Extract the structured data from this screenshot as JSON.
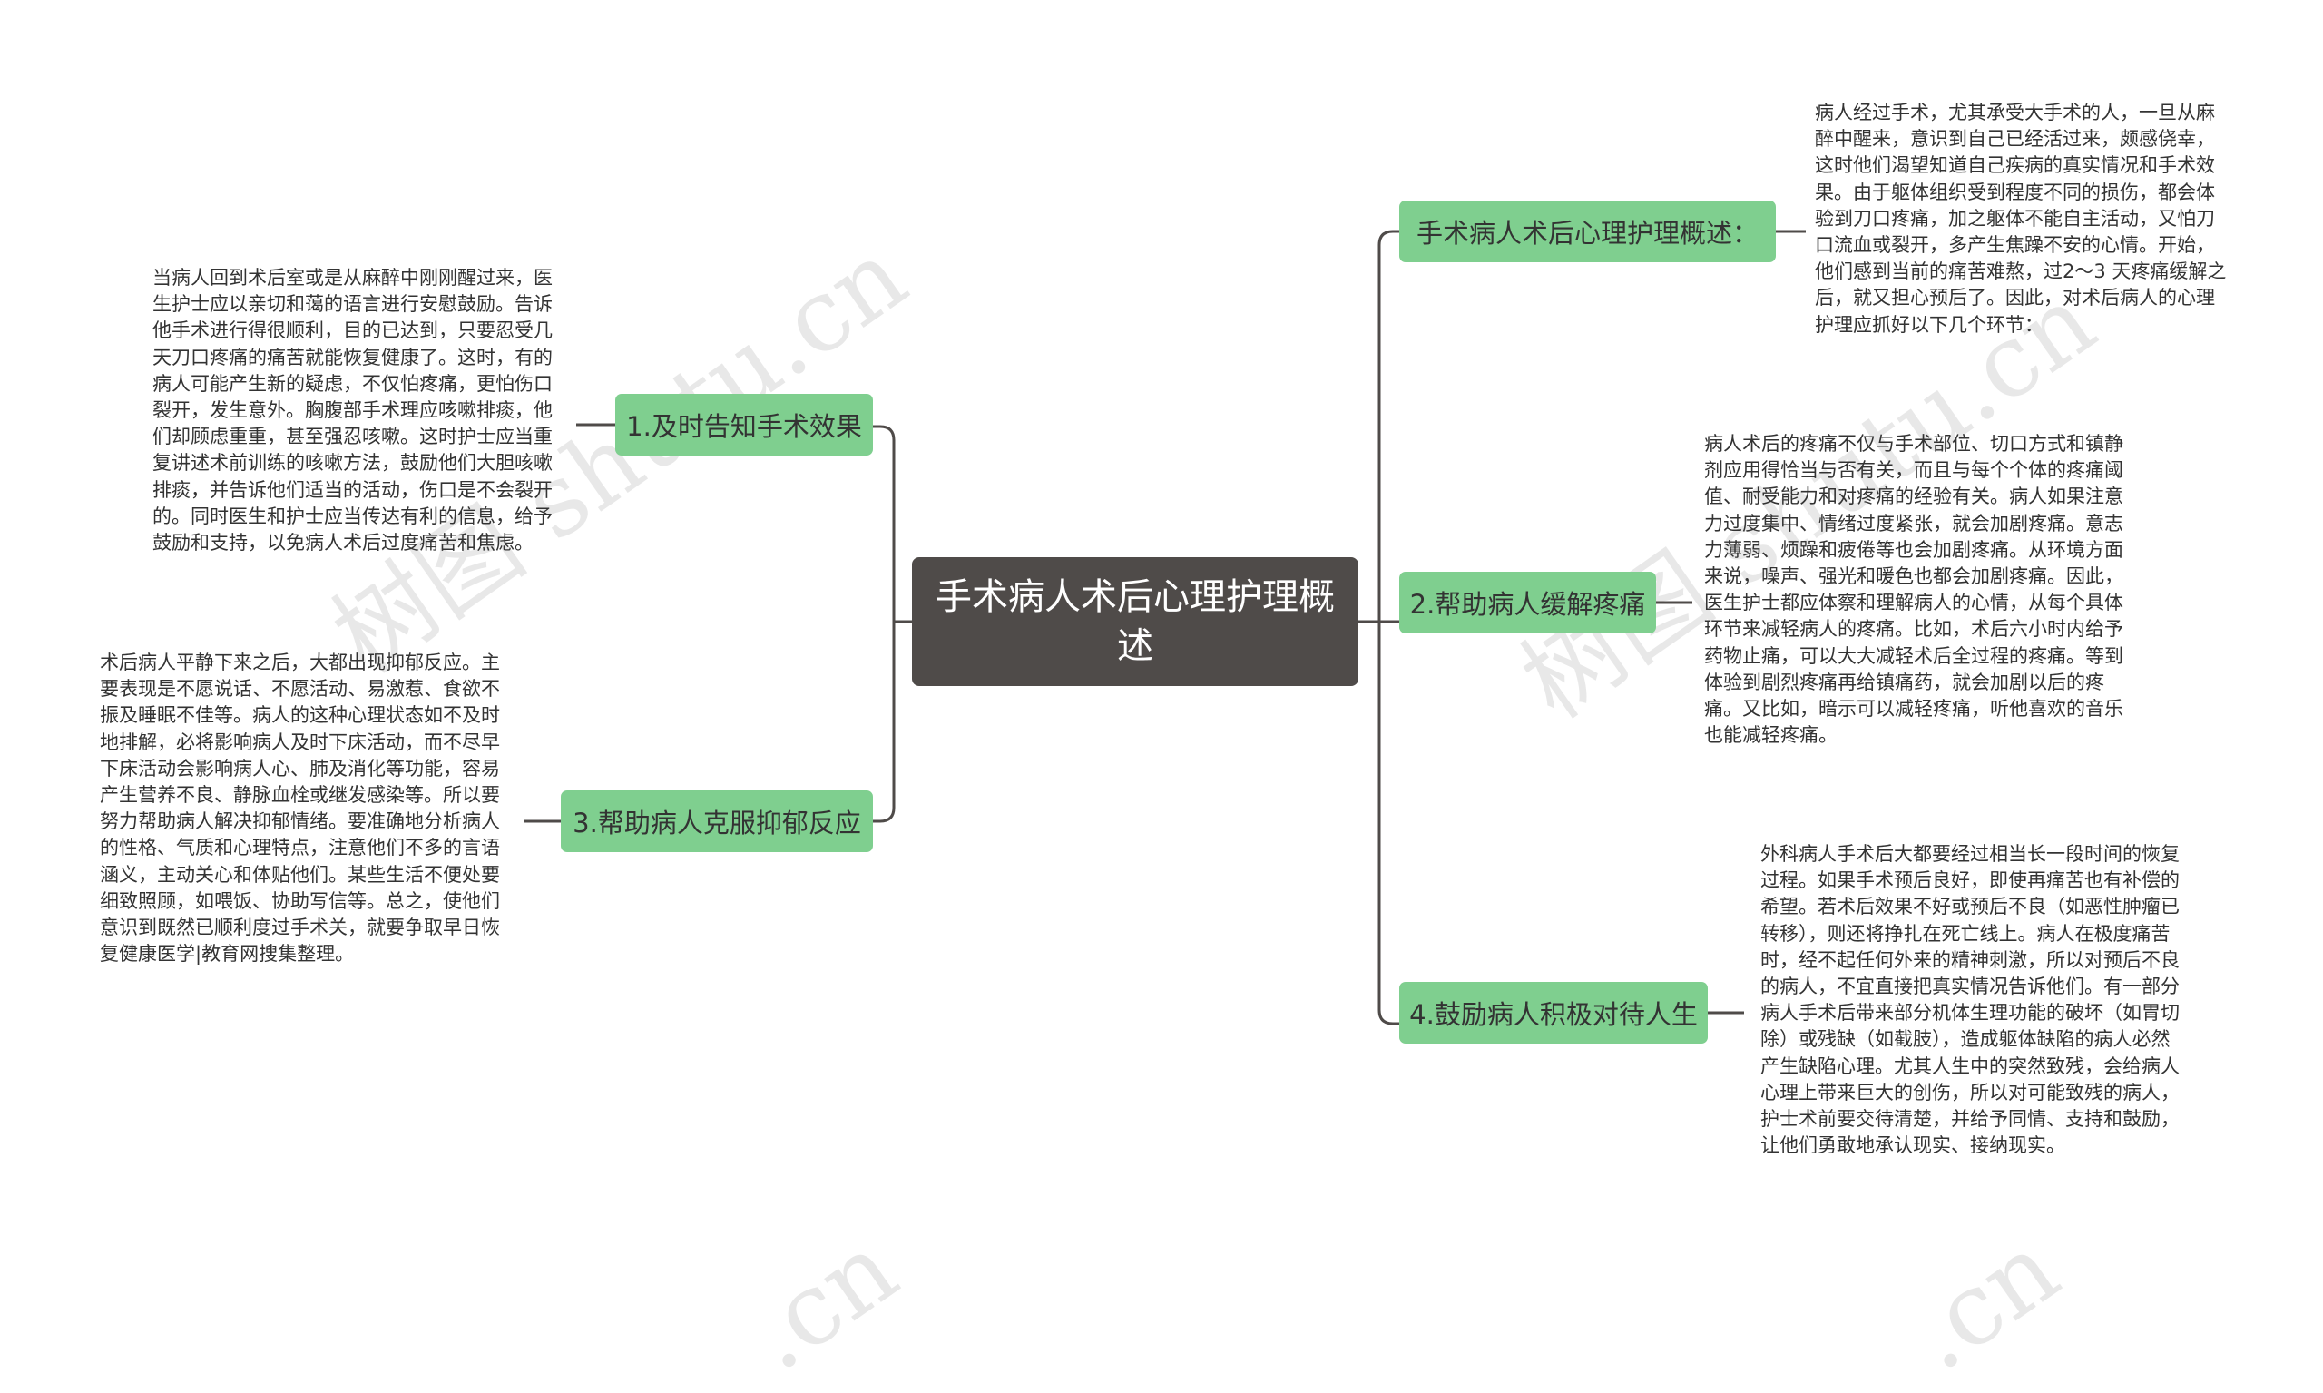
{
  "root": {
    "title": "手术病人术后心理护理概述"
  },
  "branches": [
    {
      "label": "手术病人术后心理护理概述：",
      "text": "病人经过手术，尤其承受大手术的人，一旦从麻醉中醒来，意识到自己已经活过来，颇感侥幸，这时他们渴望知道自己疾病的真实情况和手术效果。由于躯体组织受到程度不同的损伤，都会体验到刀口疼痛，加之躯体不能自主活动，又怕刀口流血或裂开，多产生焦躁不安的心情。开始，他们感到当前的痛苦难熬，过2～3 天疼痛缓解之后，就又担心预后了。因此，对术后病人的心理护理应抓好以下几个环节："
    },
    {
      "label": "2.帮助病人缓解疼痛",
      "text": "病人术后的疼痛不仅与手术部位、切口方式和镇静剂应用得恰当与否有关，而且与每个个体的疼痛阈值、耐受能力和对疼痛的经验有关。病人如果注意力过度集中、情绪过度紧张，就会加剧疼痛。意志力薄弱、烦躁和疲倦等也会加剧疼痛。从环境方面来说，噪声、强光和暖色也都会加剧疼痛。因此，医生护士都应体察和理解病人的心情，从每个具体环节来减轻病人的疼痛。比如，术后六小时内给予药物止痛，可以大大减轻术后全过程的疼痛。等到体验到剧烈疼痛再给镇痛药，就会加剧以后的疼痛。又比如，暗示可以减轻疼痛，听他喜欢的音乐也能减轻疼痛。"
    },
    {
      "label": "4.鼓励病人积极对待人生",
      "text": "外科病人手术后大都要经过相当长一段时间的恢复过程。如果手术预后良好，即使再痛苦也有补偿的希望。若术后效果不好或预后不良（如恶性肿瘤已转移），则还将挣扎在死亡线上。病人在极度痛苦时，经不起任何外来的精神刺激，所以对预后不良的病人，不宜直接把真实情况告诉他们。有一部分病人手术后带来部分机体生理功能的破坏（如胃切除）或残缺（如截肢），造成躯体缺陷的病人必然产生缺陷心理。尤其人生中的突然致残，会给病人心理上带来巨大的创伤，所以对可能致残的病人，护士术前要交待清楚，并给予同情、支持和鼓励，让他们勇敢地承认现实、接纳现实。"
    },
    {
      "label": "1.及时告知手术效果",
      "text": "当病人回到术后室或是从麻醉中刚刚醒过来，医生护士应以亲切和蔼的语言进行安慰鼓励。告诉他手术进行得很顺利，目的已达到，只要忍受几天刀口疼痛的痛苦就能恢复健康了。这时，有的病人可能产生新的疑虑，不仅怕疼痛，更怕伤口裂开，发生意外。胸腹部手术理应咳嗽排痰，他们却顾虑重重，甚至强忍咳嗽。这时护士应当重复讲述术前训练的咳嗽方法，鼓励他们大胆咳嗽排痰，并告诉他们适当的活动，伤口是不会裂开的。同时医生和护士应当传达有利的信息，给予鼓励和支持，以免病人术后过度痛苦和焦虑。"
    },
    {
      "label": "3.帮助病人克服抑郁反应",
      "text": "术后病人平静下来之后，大都出现抑郁反应。主要表现是不愿说话、不愿活动、易激惹、食欲不振及睡眠不佳等。病人的这种心理状态如不及时地排解，必将影响病人及时下床活动，而不尽早下床活动会影响病人心、肺及消化等功能，容易产生营养不良、静脉血栓或继发感染等。所以要努力帮助病人解决抑郁情绪。要准确地分析病人的性格、气质和心理特点，注意他们不多的言语涵义，主动关心和体贴他们。某些生活不便处要细致照顾，如喂饭、协助写信等。总之，使他们意识到既然已顺利度过手术关，就要争取早日恢复健康医学|教育网搜集整理。"
    }
  ],
  "watermarks": [
    "树图 shutu.cn",
    "树图 shutu.cn",
    ".cn",
    ".cn"
  ],
  "colors": {
    "root_bg": "#4f4b49",
    "node_bg": "#7fcf8f",
    "line": "#4f4b49",
    "text": "#333333"
  }
}
